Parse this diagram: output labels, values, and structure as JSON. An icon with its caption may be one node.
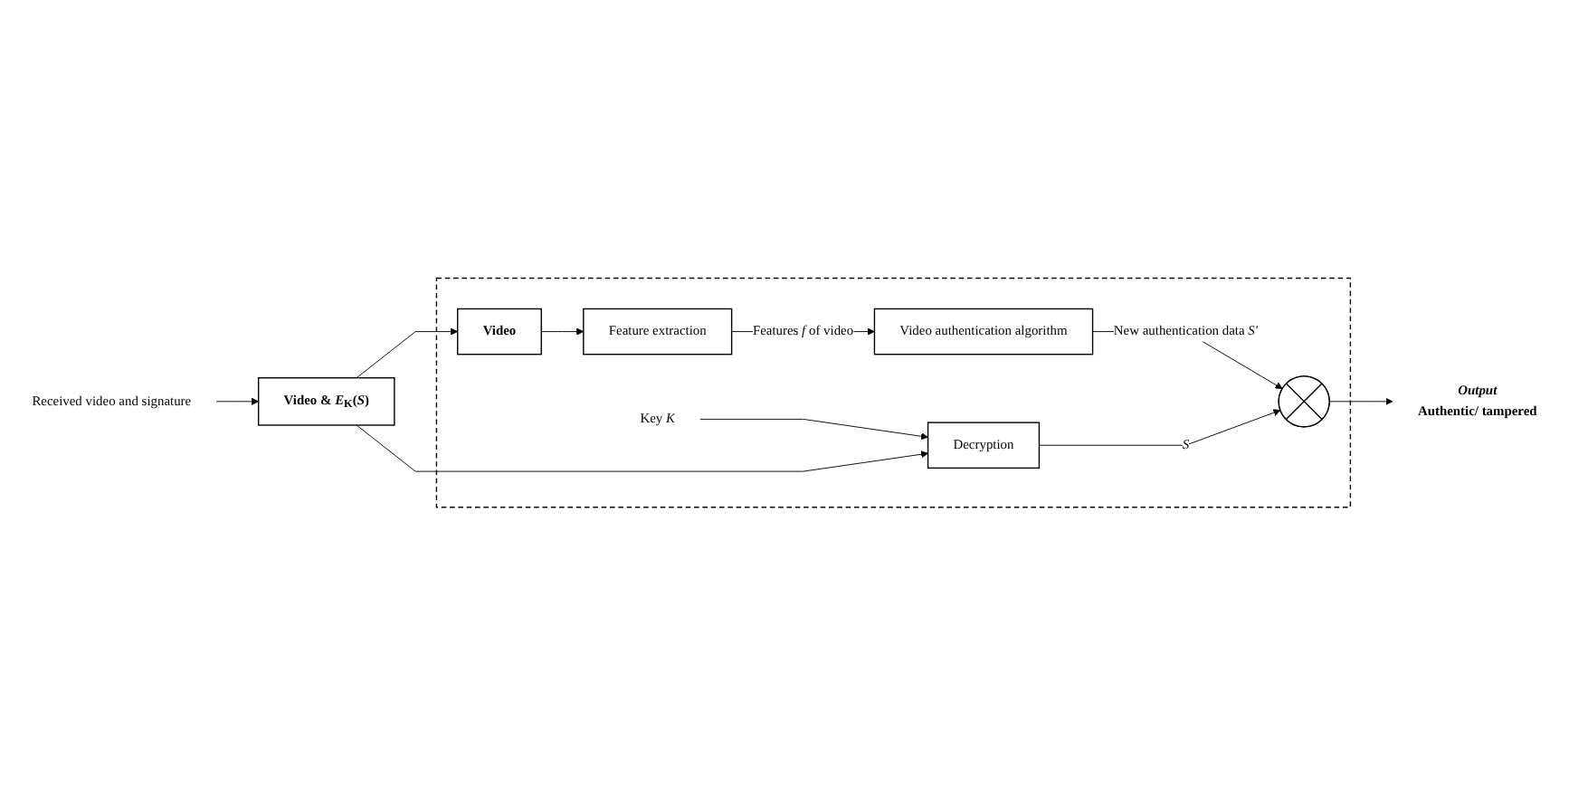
{
  "diagram": {
    "nodes": [
      {
        "text": [],
        "shape": "box"
      },
      {
        "text": [
          "Video"
        ],
        "in": 0
      },
      {
        "text": [
          "Feature extraction"
        ],
        "in": 0
      },
      {
        "text": [
          "Video authentication algorithm"
        ],
        "in": 0
      },
      {
        "text": [],
        "shape": "circle",
        "in": 0
      },
      {
        "text": [
          "Decryption"
        ],
        "in": 0
      },
      {
        "text": [
          "Key *K*"
        ],
        "in": 0
      },
      {
        "text": [
          "Output",
          "Authentic/ tampered"
        ]
      },
      {
        "text": [
          "Video & *E*$_{K}$(*S*)"
        ]
      },
      {
        "text": [
          "Received video and signature"
        ]
      }
    ],
    "edges": [
      {
        "from": 1,
        "to": 2,
        "arrow": "to"
      },
      {
        "from": 2,
        "to": 3,
        "arrow": "to",
        "label": "Features *f* of video"
      },
      {
        "from": 3,
        "to": 4,
        "arrow": "to",
        "label": "New authentication data *S'*"
      },
      {
        "from": 4,
        "to": 7,
        "arrow": "to"
      },
      {
        "from": 5,
        "to": 4,
        "arrow": "to",
        "label": "*S*"
      },
      {
        "from": 6,
        "to": 5,
        "arrow": "to"
      },
      {
        "from": 8,
        "to": 1,
        "arrow": "to"
      },
      {
        "from": 8,
        "to": 5,
        "arrow": "to"
      },
      {
        "from": 9,
        "to": 8,
        "arrow": "to"
      }
    ]
  }
}
